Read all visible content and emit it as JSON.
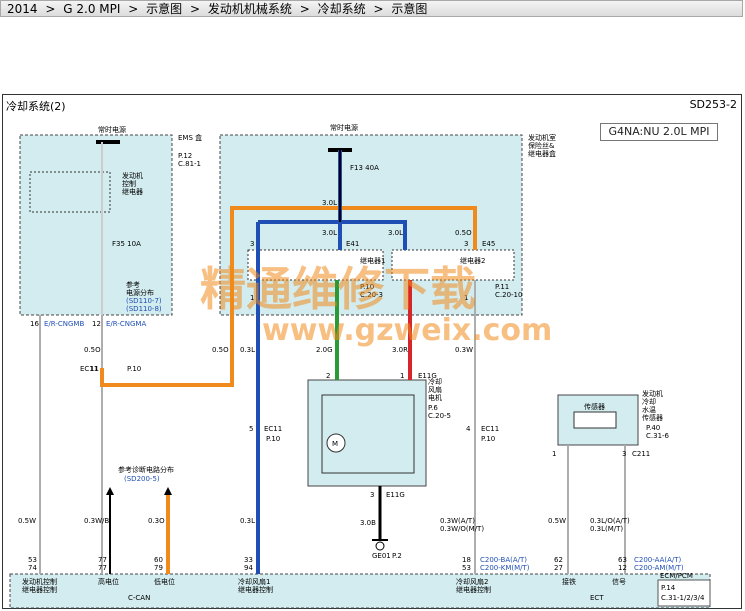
{
  "breadcrumb": [
    "2014",
    ">",
    "G 2.0 MPI",
    ">",
    "示意图",
    ">",
    "发动机机械系统",
    ">",
    "冷却系统",
    ">",
    "示意图"
  ],
  "frame": {
    "title": "冷却系统(2)",
    "code": "SD253-2",
    "model": "G4NA:NU 2.0L MPI"
  },
  "watermark": {
    "cn": "精通维修下载",
    "url": "www.gzweix.com"
  },
  "ems": {
    "box_label": "EMS\n盒",
    "ref": [
      "P.12",
      "C.81-1"
    ],
    "hot_label": "常时电源",
    "relay_label": [
      "发动机",
      "控制",
      "继电器"
    ],
    "fuse": "F35 10A",
    "note": [
      "参考",
      "电源分布",
      "(SD110-7)",
      "(SD110-8)"
    ]
  },
  "fusebox": {
    "label": [
      "发动机室",
      "保险丝&",
      "继电器盒"
    ],
    "hot_label": "常时电源",
    "fuse": "F13 40A",
    "relay1": "继电器1",
    "relay2": "继电器2",
    "ref1": [
      "P.10",
      "C.20-3"
    ],
    "ref2": [
      "P.11",
      "C.20-10"
    ]
  },
  "connectors": {
    "e41": "E41",
    "e45": "E45",
    "ec11": "EC11",
    "e11g": "E11G",
    "e11g2": "E11G",
    "p10": "P.10",
    "c211": "C211",
    "ge01": "GE01",
    "p2": "P.2"
  },
  "wires": {
    "w30l_a": "3.0L",
    "w30l_b": "3.0L",
    "w30l_c": "3.0L",
    "w05o": "0.5O",
    "w05o_b": "0.5O",
    "w05o_c": "0.5O",
    "w03l": "0.3L",
    "w20g": "2.0G",
    "w30r": "3.0R",
    "w03w": "0.3W",
    "w30b": "3.0B",
    "w05w": "0.5W",
    "w03wb": "0.3W/B",
    "w03o": "0.3O",
    "w03l_b": "0.3L",
    "w03w_at": [
      "0.3W(A/T)",
      "0.3W/O(M/T)"
    ],
    "w05w_b": "0.5W",
    "w03lo": [
      "0.3L/O(A/T)",
      "0.3L(M/T)"
    ]
  },
  "pins": {
    "p16": "16",
    "p12": "12",
    "p11": "11",
    "p5": "5",
    "p4": "4",
    "p3a": "3",
    "p1a": "1",
    "p3b": "3",
    "p1b": "1",
    "p2m": "2",
    "p1m": "1",
    "p3m": "3",
    "p53": "53",
    "p74": "74",
    "p77a": "77",
    "p77b": "77",
    "p60": "60",
    "p79": "79",
    "p33": "33",
    "p94": "94",
    "p18": "18",
    "p53b": "53",
    "p62": "62",
    "p27": "27",
    "p63": "63",
    "p12b": "12",
    "p3c": "3",
    "p3d": "3"
  },
  "pin_labels": {
    "ec_ngmb": "E/R-CNGMB",
    "ec_ngma": "E/R-CNGMA"
  },
  "motor": {
    "label": [
      "冷却",
      "风扇",
      "电机"
    ],
    "ref": [
      "P.6",
      "C.20-5"
    ],
    "m": "M"
  },
  "sensor": {
    "label": [
      "发动机",
      "冷却",
      "水温",
      "传感器"
    ],
    "inner": "传感器",
    "ref": [
      "P.40",
      "C.31-6"
    ]
  },
  "diag": {
    "label": "参考诊断电路分布",
    "ref": "(SD200-5)"
  },
  "ecm": {
    "label": "ECM/PCM",
    "ref": [
      "P.14",
      "C.31-1/2/3/4"
    ],
    "bottom": [
      "发动机控制",
      "继电器控制",
      "高电位",
      "低电位",
      "C-CAN",
      "冷却风扇1",
      "继电器控制",
      "冷却风扇2",
      "继电器控制",
      "接铁",
      "信号",
      "ECT"
    ],
    "c200_1": [
      "C200-BA(A/T)",
      "C200-KM(M/T)"
    ],
    "c200_2": [
      "C200-AA(A/T)",
      "C200-AM(M/T)"
    ]
  }
}
